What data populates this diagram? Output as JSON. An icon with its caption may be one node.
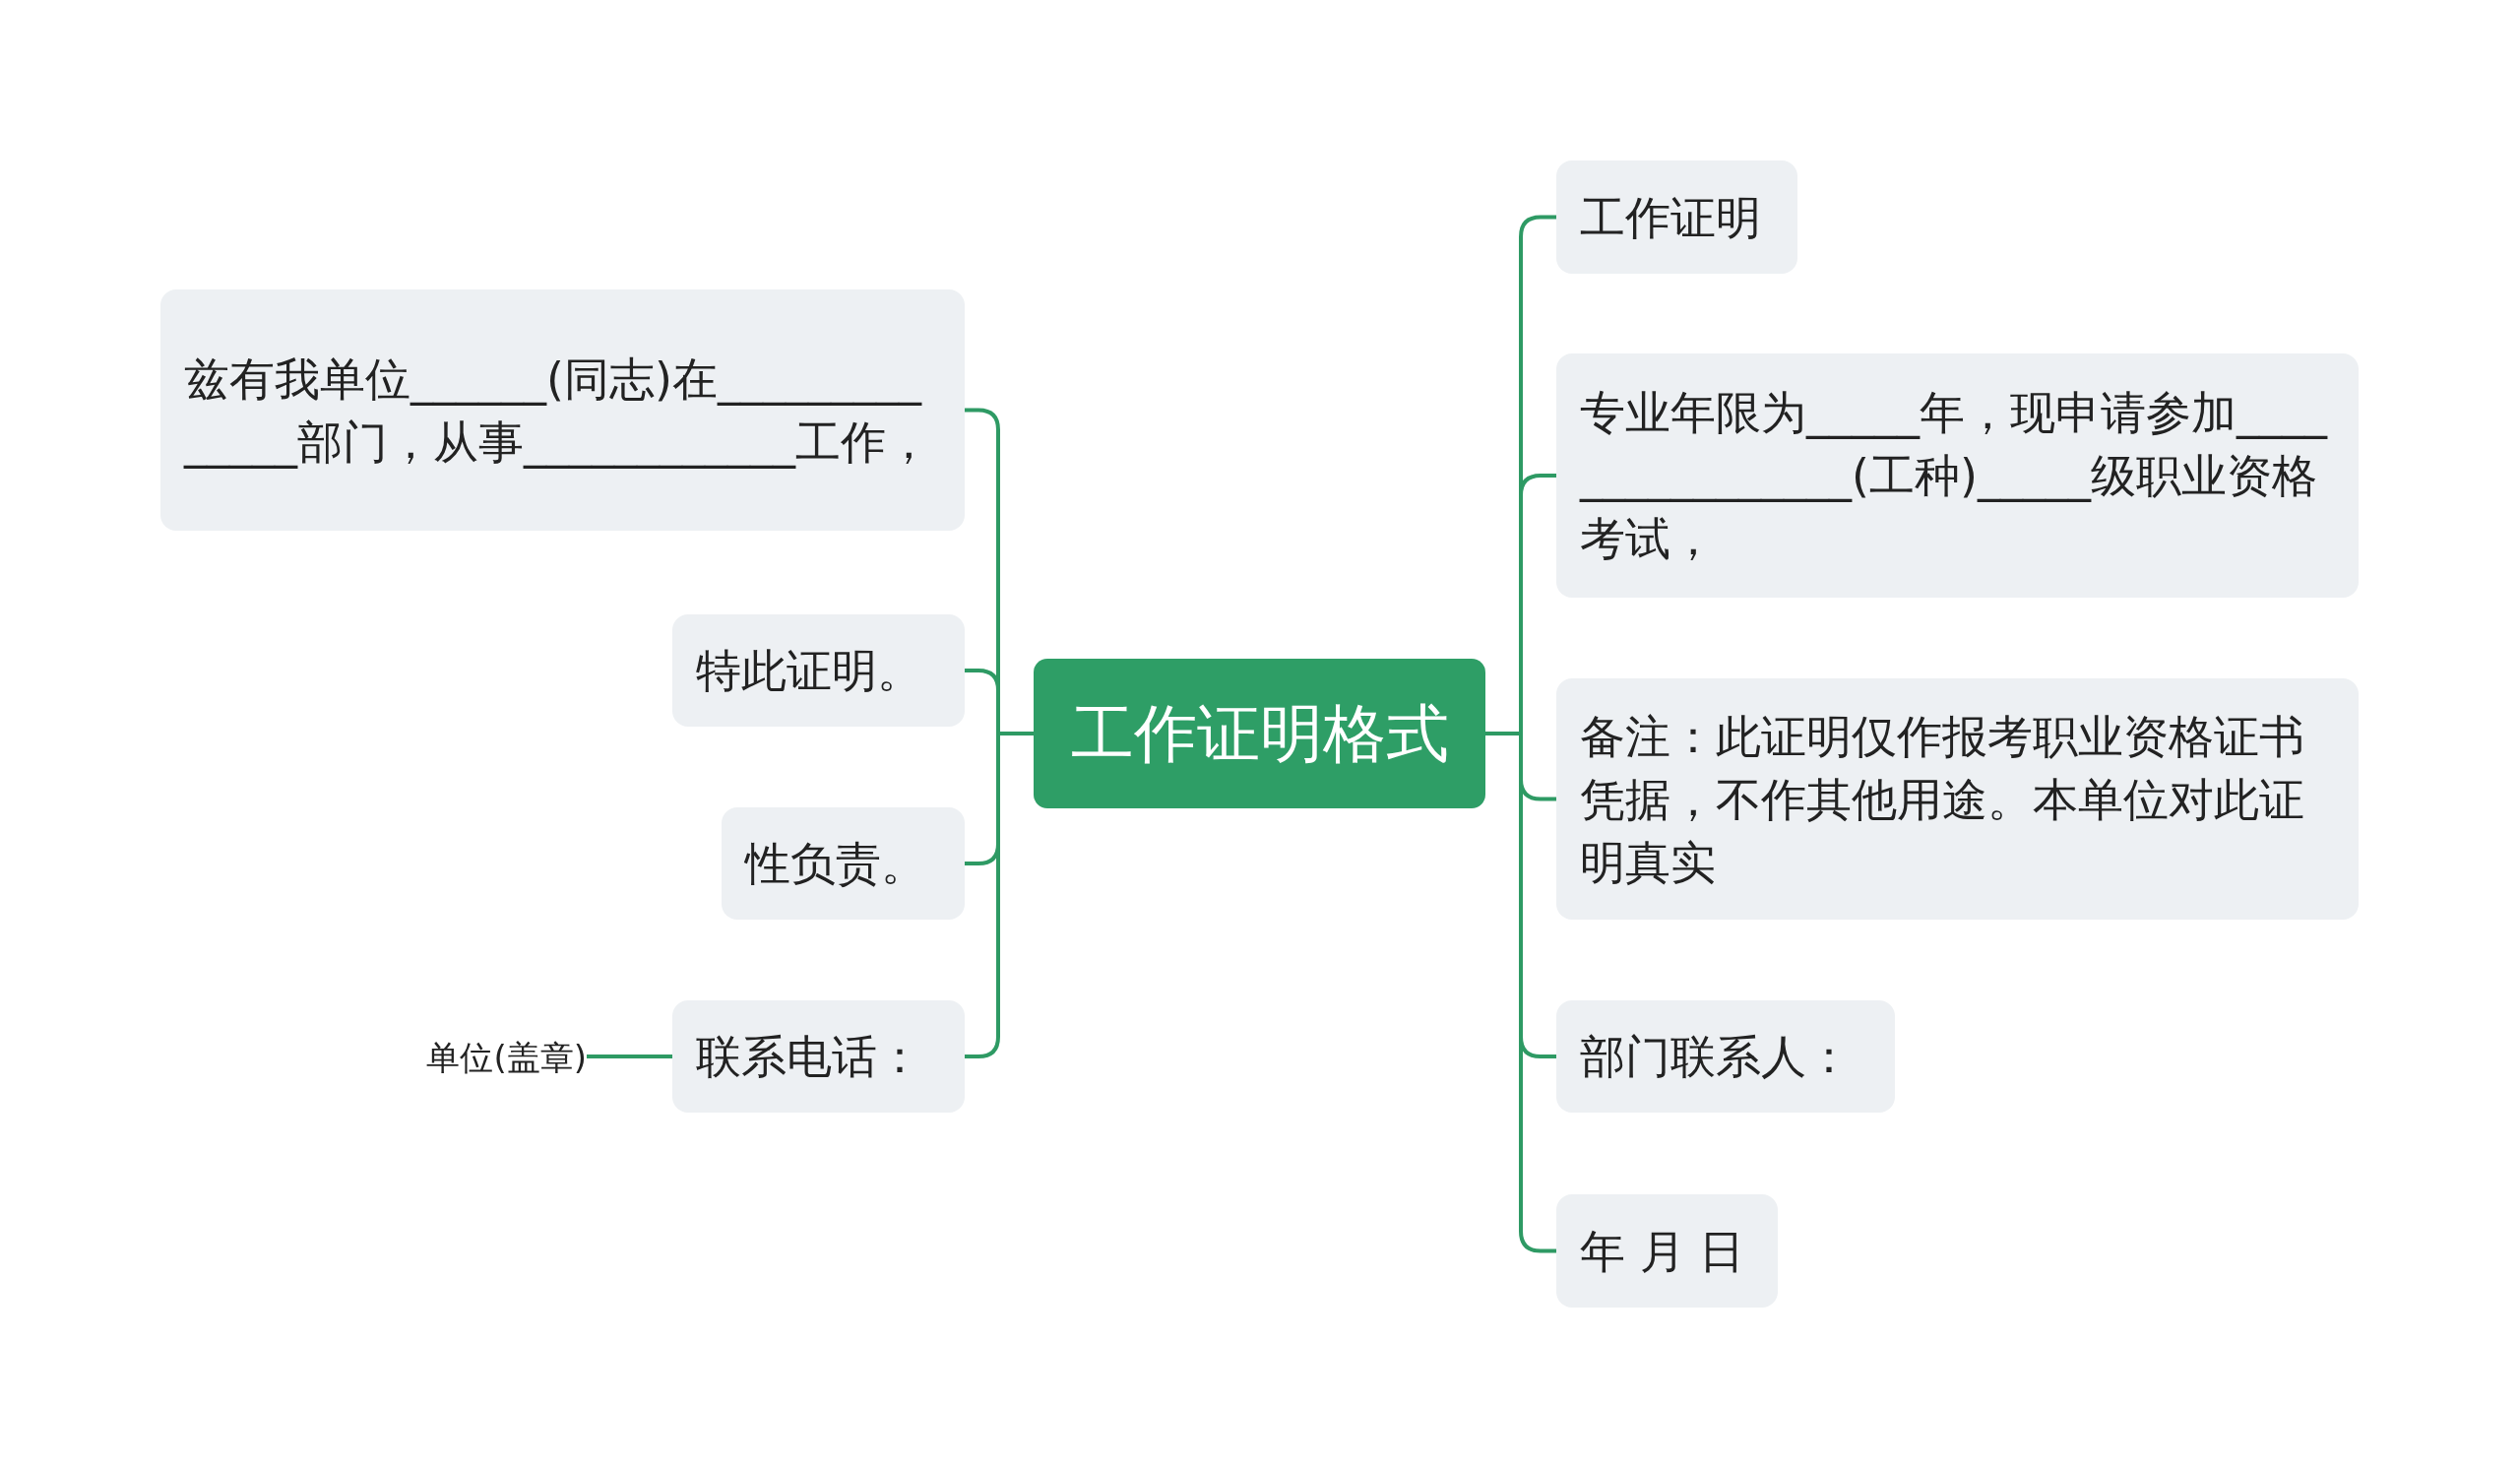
{
  "diagram": {
    "nodes": [
      {
        "text": [
          "工作证明格式"
        ]
      },
      {
        "text": [
          "兹有我单位______(同志)在______________部门，从事____________工作，"
        ]
      },
      {
        "text": [
          "特此证明。"
        ]
      },
      {
        "text": [
          "性负责。"
        ]
      },
      {
        "text": [
          "联系电话："
        ]
      },
      {
        "text": [
          "单位(盖章)"
        ]
      },
      {
        "text": [
          "工作证明"
        ]
      },
      {
        "text": [
          "专业年限为_____年，现申请参加________________(工种)_____级职业资格考试，"
        ]
      },
      {
        "text": [
          "备注：此证明仅作报考职业资格证书凭据，不作其他用途。本单位对此证明真实"
        ]
      },
      {
        "text": [
          "部门联系人："
        ]
      },
      {
        "text": [
          "年 月 日"
        ]
      }
    ],
    "edges": [
      {
        "from": 0,
        "to": 1,
        "arrow": "none"
      },
      {
        "from": 0,
        "to": 2,
        "arrow": "none"
      },
      {
        "from": 0,
        "to": 3,
        "arrow": "none"
      },
      {
        "from": 0,
        "to": 4,
        "arrow": "none"
      },
      {
        "from": 4,
        "to": 5,
        "arrow": "none"
      },
      {
        "from": 0,
        "to": 6,
        "arrow": "none"
      },
      {
        "from": 0,
        "to": 7,
        "arrow": "none"
      },
      {
        "from": 0,
        "to": 8,
        "arrow": "none"
      },
      {
        "from": 0,
        "to": 9,
        "arrow": "none"
      },
      {
        "from": 0,
        "to": 10,
        "arrow": "none"
      }
    ]
  }
}
